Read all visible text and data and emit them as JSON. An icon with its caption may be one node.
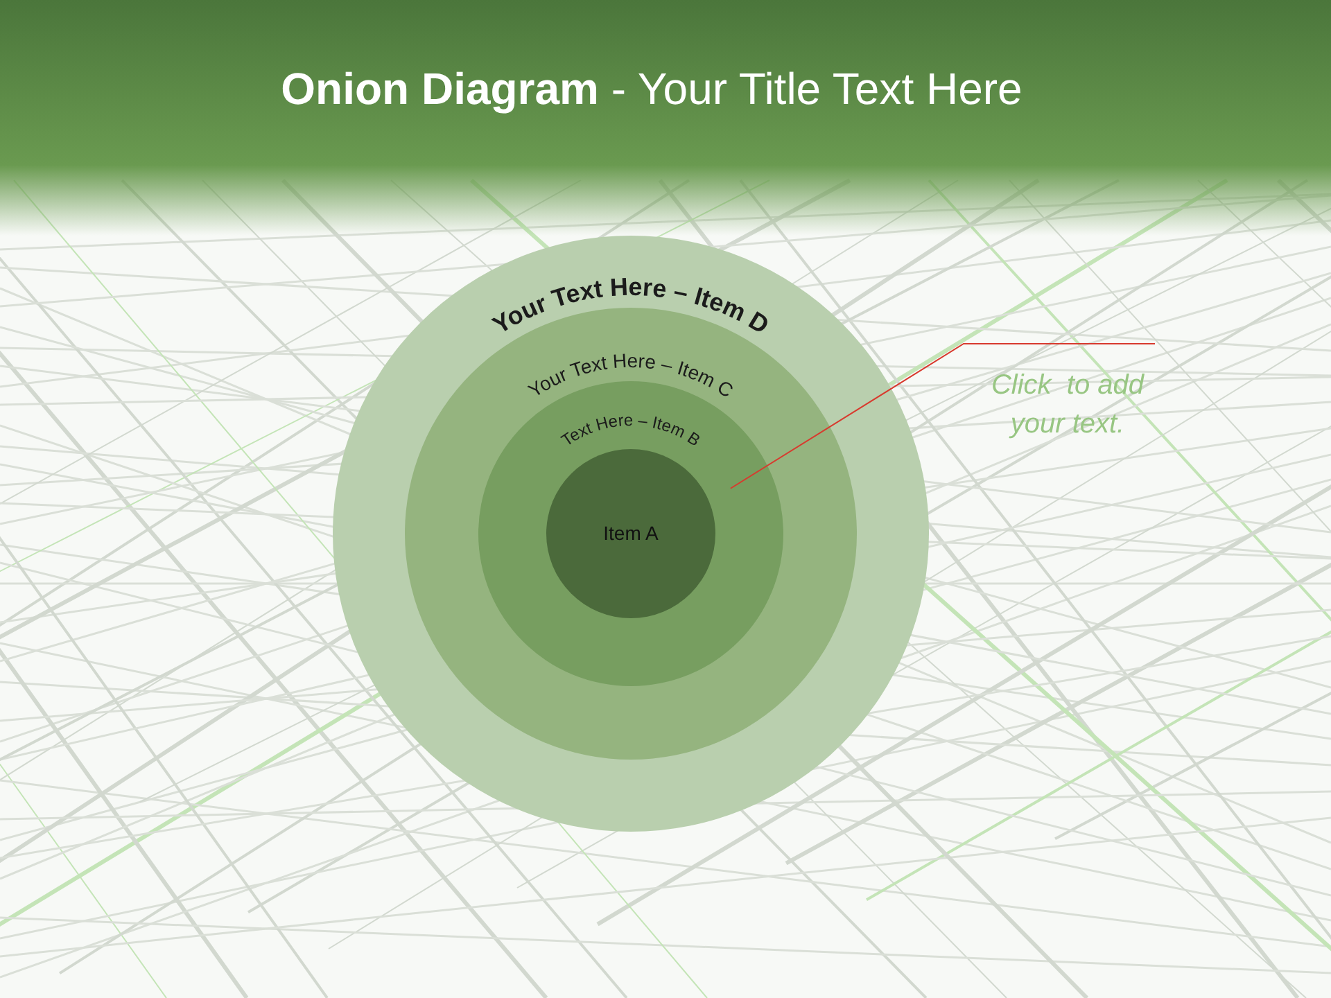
{
  "diagram": {
    "title": "**Onion Diagram** - Your Title Text Here",
    "nodes": [
      {
        "text": [
          "Your Text Here – Item D"
        ]
      },
      {
        "text": [
          "Your Text Here – Item C"
        ],
        "in": 0
      },
      {
        "text": [
          "Text Here – Item B"
        ],
        "in": 1
      },
      {
        "text": [
          "Item A"
        ],
        "in": 2
      },
      {
        "text": [
          "Click  to add your text."
        ]
      }
    ],
    "edges": [
      {
        "from": 4,
        "to": 3,
        "arrow": "none",
        "color": "#d83a2e"
      }
    ]
  }
}
